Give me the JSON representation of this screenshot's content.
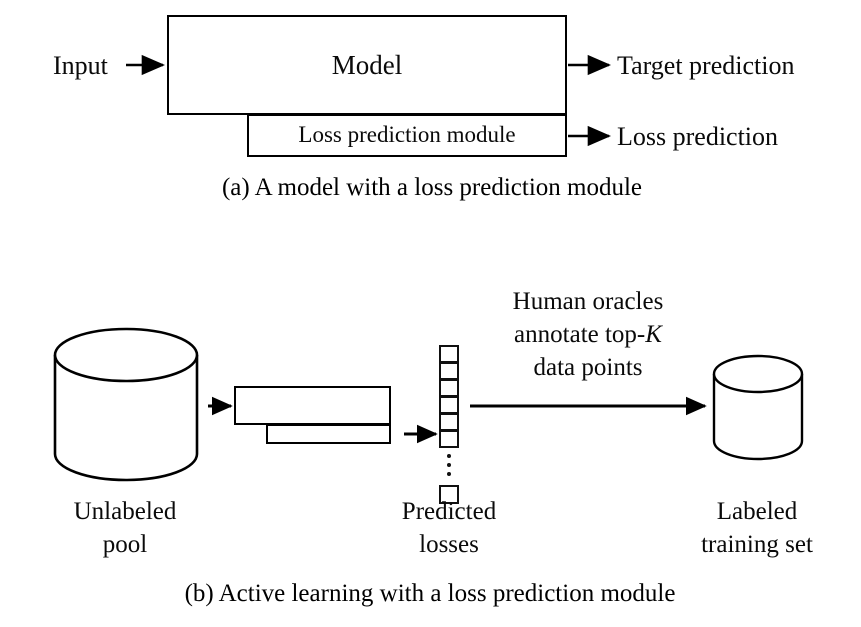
{
  "figure": {
    "panel_a": {
      "model_box_label": "Model",
      "loss_module_label": "Loss prediction module",
      "input_label": "Input",
      "target_output_label": "Target prediction",
      "loss_output_label": "Loss prediction",
      "caption": "(a) A model with a loss prediction module"
    },
    "panel_b": {
      "unlabeled_pool_line1": "Unlabeled",
      "unlabeled_pool_line2": "pool",
      "predicted_losses_line1": "Predicted",
      "predicted_losses_line2": "losses",
      "labeled_set_line1": "Labeled",
      "labeled_set_line2": "training set",
      "oracle_line1": "Human oracles",
      "oracle_line2_prefix": "annotate top-",
      "oracle_line2_italic": "K",
      "oracle_line3": "data points",
      "caption": "(b) Active learning with a loss prediction module",
      "loss_stack_cell_count": 6,
      "loss_stack_ellipsis_dots": 3,
      "loss_stack_tail_cells": 1
    }
  },
  "colors": {
    "ink": "#000000",
    "stroke": "#111111",
    "background": "#ffffff"
  }
}
